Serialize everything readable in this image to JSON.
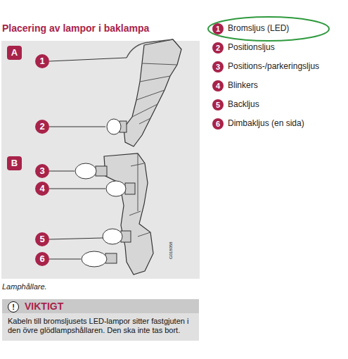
{
  "diagram": {
    "title": "Placering av lampor i baklampa",
    "caption": "Lamphållare.",
    "nodes": [
      {
        "text": [
          "VIKTIGT",
          "Kabeln till bromsljusets LED-lampor sitter fastgjuten i den övre glödlampshållaren. Den ska inte tas bort."
        ]
      },
      {
        "text": [
          "!"
        ],
        "in": 0
      }
    ],
    "labels": [
      "A",
      "1",
      "2",
      "B",
      "3",
      "4",
      "5",
      "6",
      "G018058",
      "1",
      "2",
      "3",
      "4",
      "5",
      "6"
    ],
    "legend": [
      {
        "text": "Bromsljus (LED)"
      },
      {
        "text": "Positionsljus"
      },
      {
        "text": "Positions-/parkeringsljus"
      },
      {
        "text": "Blinkers"
      },
      {
        "text": "Backljus"
      },
      {
        "text": "Dimbakljus (en sida)"
      }
    ]
  }
}
